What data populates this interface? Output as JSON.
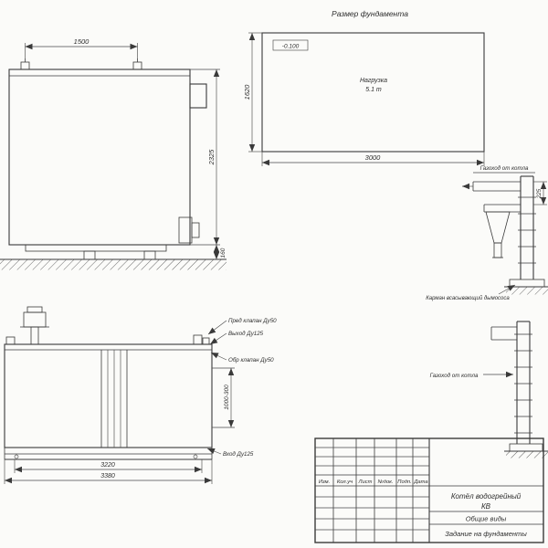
{
  "page": {
    "background": "#fbfbf9",
    "line_color": "#3a3a3a"
  },
  "foundation_plan": {
    "title": "Размер фундамента",
    "elevation_mark": "-0.100",
    "load_label_line1": "Нагрузка",
    "load_label_line2": "5.1 т",
    "dim_length": "3000",
    "dim_width": "1620"
  },
  "boiler_side_view": {
    "dim_lifting_lugs": "1500",
    "dim_height": "2325",
    "dim_base_height": "160"
  },
  "boiler_front_view": {
    "label_safety_valve": "Пред клапан Ду50",
    "label_outlet": "Выход Ду125",
    "label_check_valve": "Обр клапан Ду50",
    "label_inlet": "Вход Ду125",
    "dim_nozzle_height": "1000-300",
    "dim_frame_length": "3220",
    "dim_overall_length": "3380"
  },
  "flue_detail_top": {
    "label": "Газоход от котла",
    "dim_offset": "225",
    "label_pocket": "Карман всасывающий дымососа"
  },
  "flue_detail_bottom": {
    "label": "Газоход от котла"
  },
  "title_block": {
    "headers": [
      "Изм.",
      "Кол.уч",
      "Лист",
      "№док.",
      "Подп.",
      "Дата"
    ],
    "product_name_line1": "Котёл водогрейный",
    "product_name_line2": "КВ",
    "view_type": "Общие виды",
    "sheet_title": "Задание на фундаменты"
  }
}
